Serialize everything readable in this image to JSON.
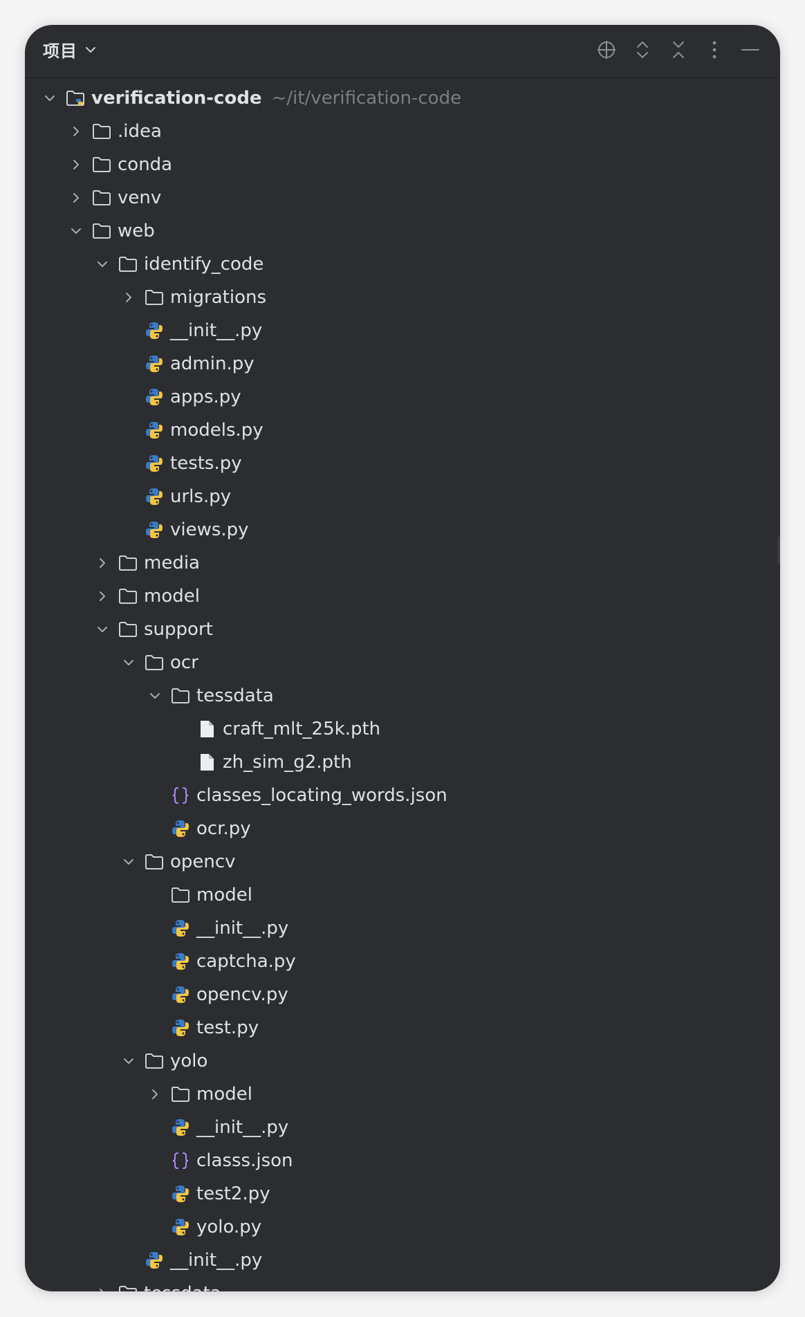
{
  "panel": {
    "title": "项目",
    "toolbar": [
      {
        "name": "locate-icon"
      },
      {
        "name": "expand-collapse-icon"
      },
      {
        "name": "collapse-all-icon"
      },
      {
        "name": "more-options-icon"
      },
      {
        "name": "minimize-icon"
      }
    ]
  },
  "colors": {
    "background": "#2b2d30",
    "text": "#dfe1e5",
    "muted": "#7a7e85",
    "folder": "#ced0d6",
    "json_icon": "#b189f5",
    "python_blue": "#3b7ac4",
    "python_yellow": "#f4c543"
  },
  "tree": [
    {
      "depth": 0,
      "name": "verification-code",
      "path": "~/it/verification-code",
      "type": "root",
      "state": "expanded"
    },
    {
      "depth": 1,
      "name": ".idea",
      "type": "folder",
      "state": "collapsed"
    },
    {
      "depth": 1,
      "name": "conda",
      "type": "folder",
      "state": "collapsed"
    },
    {
      "depth": 1,
      "name": "venv",
      "type": "folder",
      "state": "collapsed"
    },
    {
      "depth": 1,
      "name": "web",
      "type": "folder",
      "state": "expanded"
    },
    {
      "depth": 2,
      "name": "identify_code",
      "type": "folder",
      "state": "expanded"
    },
    {
      "depth": 3,
      "name": "migrations",
      "type": "folder",
      "state": "collapsed"
    },
    {
      "depth": 3,
      "name": "__init__.py",
      "type": "python",
      "state": "none"
    },
    {
      "depth": 3,
      "name": "admin.py",
      "type": "python",
      "state": "none"
    },
    {
      "depth": 3,
      "name": "apps.py",
      "type": "python",
      "state": "none"
    },
    {
      "depth": 3,
      "name": "models.py",
      "type": "python",
      "state": "none"
    },
    {
      "depth": 3,
      "name": "tests.py",
      "type": "python",
      "state": "none"
    },
    {
      "depth": 3,
      "name": "urls.py",
      "type": "python",
      "state": "none"
    },
    {
      "depth": 3,
      "name": "views.py",
      "type": "python",
      "state": "none"
    },
    {
      "depth": 2,
      "name": "media",
      "type": "folder",
      "state": "collapsed"
    },
    {
      "depth": 2,
      "name": "model",
      "type": "folder",
      "state": "collapsed"
    },
    {
      "depth": 2,
      "name": "support",
      "type": "folder",
      "state": "expanded"
    },
    {
      "depth": 3,
      "name": "ocr",
      "type": "folder",
      "state": "expanded"
    },
    {
      "depth": 4,
      "name": "tessdata",
      "type": "folder",
      "state": "expanded"
    },
    {
      "depth": 5,
      "name": "craft_mlt_25k.pth",
      "type": "file",
      "state": "none"
    },
    {
      "depth": 5,
      "name": "zh_sim_g2.pth",
      "type": "file",
      "state": "none"
    },
    {
      "depth": 4,
      "name": "classes_locating_words.json",
      "type": "json",
      "state": "none"
    },
    {
      "depth": 4,
      "name": "ocr.py",
      "type": "python",
      "state": "none"
    },
    {
      "depth": 3,
      "name": "opencv",
      "type": "folder",
      "state": "expanded"
    },
    {
      "depth": 4,
      "name": "model",
      "type": "folder",
      "state": "none"
    },
    {
      "depth": 4,
      "name": "__init__.py",
      "type": "python",
      "state": "none"
    },
    {
      "depth": 4,
      "name": "captcha.py",
      "type": "python",
      "state": "none"
    },
    {
      "depth": 4,
      "name": "opencv.py",
      "type": "python",
      "state": "none"
    },
    {
      "depth": 4,
      "name": "test.py",
      "type": "python",
      "state": "none"
    },
    {
      "depth": 3,
      "name": "yolo",
      "type": "folder",
      "state": "expanded"
    },
    {
      "depth": 4,
      "name": "model",
      "type": "folder",
      "state": "collapsed"
    },
    {
      "depth": 4,
      "name": "__init__.py",
      "type": "python",
      "state": "none"
    },
    {
      "depth": 4,
      "name": "classs.json",
      "type": "json",
      "state": "none"
    },
    {
      "depth": 4,
      "name": "test2.py",
      "type": "python",
      "state": "none"
    },
    {
      "depth": 4,
      "name": "yolo.py",
      "type": "python",
      "state": "none"
    },
    {
      "depth": 3,
      "name": "__init__.py",
      "type": "python",
      "state": "none"
    },
    {
      "depth": 2,
      "name": "tessdata",
      "type": "folder",
      "state": "collapsed"
    }
  ]
}
